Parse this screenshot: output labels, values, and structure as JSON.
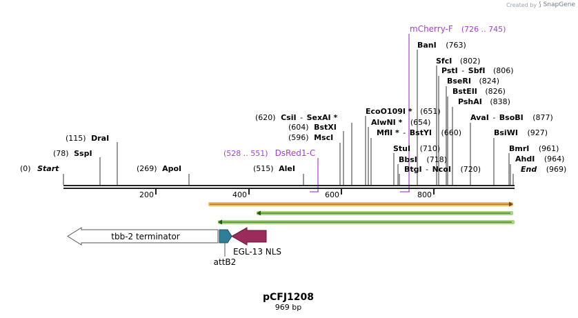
{
  "credit": {
    "prefix": "Created by",
    "brand": "SnapGene"
  },
  "plasmid": {
    "name": "pCFJ1208",
    "length_label": "969 bp",
    "length": 969
  },
  "colors": {
    "text": "#000000",
    "primer": "#a83cd6",
    "ruler": "#222222",
    "orange": "#f2b14a",
    "green": "#9bd168",
    "terminator": "#ffffff",
    "attb": "#2f7f9a",
    "nls": "#9b2b5a"
  },
  "ruler": {
    "ticks": [
      "200",
      "400",
      "600",
      "800"
    ]
  },
  "sites": [
    {
      "name": "Start",
      "pos": "(0)",
      "italic": true
    },
    {
      "name": "SspI",
      "pos": "(78)"
    },
    {
      "name": "DraI",
      "pos": "(115)"
    },
    {
      "name": "ApoI",
      "pos": "(269)"
    },
    {
      "name": "AleI",
      "pos": "(515)"
    },
    {
      "name": "MscI",
      "pos": "(596)"
    },
    {
      "name": "BstXI",
      "pos": "(604)"
    },
    {
      "name": "CsiI",
      "sep": "-",
      "name2": "SexAI *",
      "pos": "(620)"
    },
    {
      "name": "EcoO109I *",
      "pos": "(651)"
    },
    {
      "name": "AlwNI *",
      "pos": "(654)"
    },
    {
      "name": "MflI *",
      "sep": "-",
      "name2": "BstYI",
      "pos": "(660)"
    },
    {
      "name": "StuI",
      "pos": "(710)"
    },
    {
      "name": "BbsI",
      "pos": "(718)"
    },
    {
      "name": "BtgI",
      "sep": "-",
      "name2": "NcoI",
      "pos": "(720)"
    },
    {
      "name": "BanI",
      "pos": "(763)"
    },
    {
      "name": "SfcI",
      "pos": "(802)"
    },
    {
      "name": "PstI",
      "sep": "-",
      "name2": "SbfI",
      "pos": "(806)"
    },
    {
      "name": "BseRI",
      "pos": "(824)"
    },
    {
      "name": "BstEII",
      "pos": "(826)"
    },
    {
      "name": "PshAI",
      "pos": "(838)"
    },
    {
      "name": "AvaI",
      "sep": "-",
      "name2": "BsoBI",
      "pos": "(877)"
    },
    {
      "name": "BsiWI",
      "pos": "(927)"
    },
    {
      "name": "BmrI",
      "pos": "(961)"
    },
    {
      "name": "AhdI",
      "pos": "(964)"
    },
    {
      "name": "End",
      "pos": "(969)",
      "italic": true
    }
  ],
  "primers": [
    {
      "name": "DsRed1-C",
      "range": "(528 .. 551)"
    },
    {
      "name": "mCherry-F",
      "range": "(726 .. 745)"
    }
  ],
  "features": [
    {
      "name": "tbb-2 terminator"
    },
    {
      "name": "attB2"
    },
    {
      "name": "EGL-13 NLS"
    }
  ]
}
